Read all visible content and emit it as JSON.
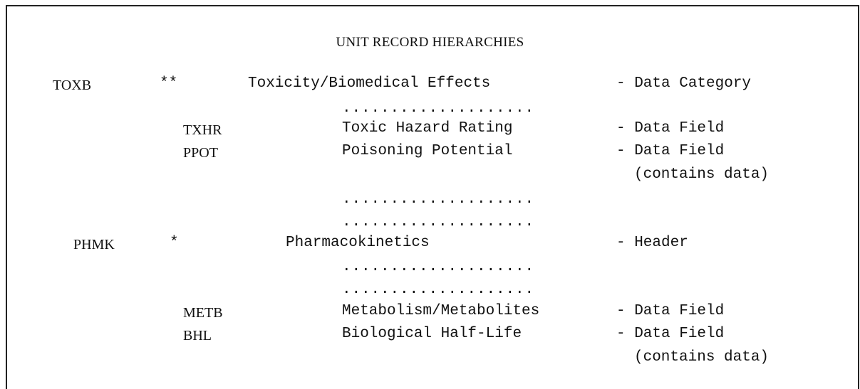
{
  "title": "UNIT RECORD HIERARCHIES",
  "dots": "....................",
  "rows": [
    {
      "code": "TOXB",
      "marker": "**",
      "name": "Toxicity/Biomedical Effects",
      "type": "- Data Category",
      "note": ""
    },
    {
      "code": "TXHR",
      "marker": "",
      "name": "Toxic Hazard Rating",
      "type": "- Data Field",
      "note": ""
    },
    {
      "code": "PPOT",
      "marker": "",
      "name": "Poisoning Potential",
      "type": "- Data Field",
      "note": "(contains data)"
    },
    {
      "code": "PHMK",
      "marker": "*",
      "name": "Pharmacokinetics",
      "type": "- Header",
      "note": ""
    },
    {
      "code": "METB",
      "marker": "",
      "name": "Metabolism/Metabolites",
      "type": "- Data Field",
      "note": ""
    },
    {
      "code": "BHL",
      "marker": "",
      "name": "Biological Half-Life",
      "type": "- Data Field",
      "note": "(contains data)"
    }
  ]
}
